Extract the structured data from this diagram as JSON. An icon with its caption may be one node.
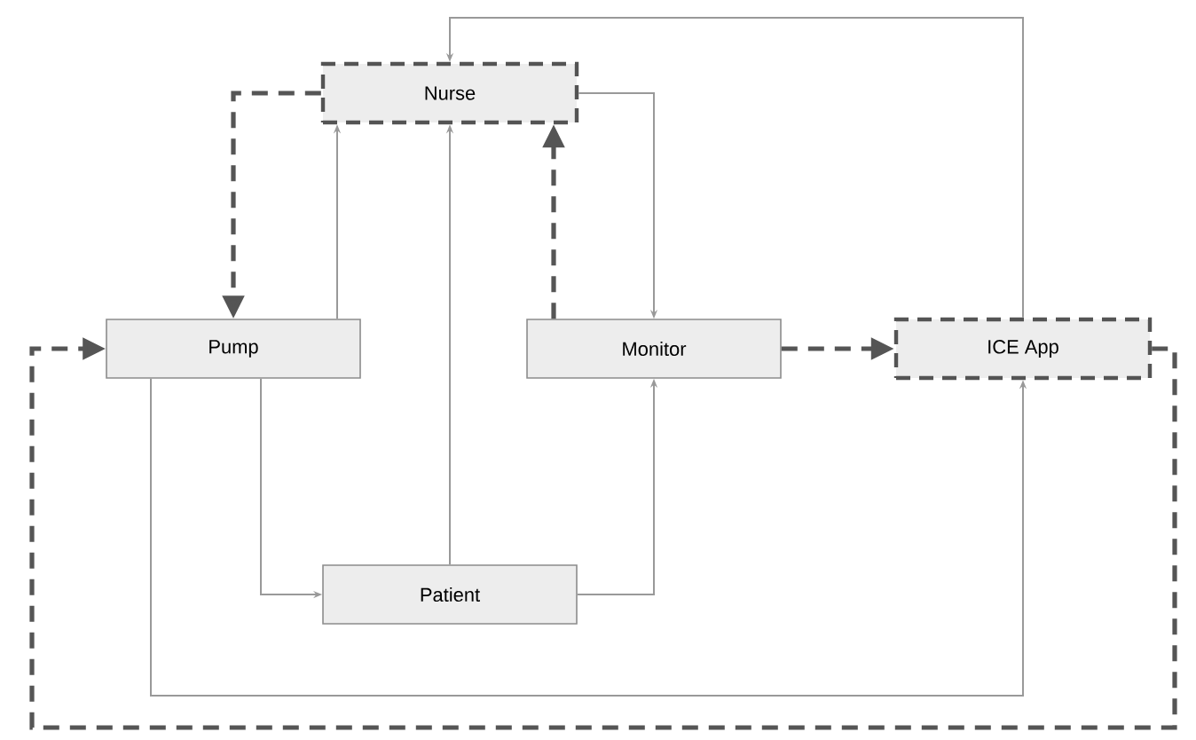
{
  "diagram": {
    "nodes": [
      {
        "text": [
          "Nurse"
        ]
      },
      {
        "text": [
          "Pump"
        ]
      },
      {
        "text": [
          "Monitor"
        ]
      },
      {
        "text": [
          "ICE App"
        ]
      },
      {
        "text": [
          "Patient"
        ]
      }
    ],
    "edges": [
      {
        "from": 1,
        "to": 0,
        "arrow": "to"
      },
      {
        "from": 4,
        "to": 0,
        "arrow": "to"
      },
      {
        "from": 0,
        "to": 2,
        "arrow": "to"
      },
      {
        "from": 3,
        "to": 0,
        "arrow": "to"
      },
      {
        "from": 1,
        "to": 4,
        "arrow": "to"
      },
      {
        "from": 4,
        "to": 2,
        "arrow": "to"
      },
      {
        "from": 1,
        "to": 3,
        "arrow": "to"
      },
      {
        "from": 0,
        "to": 1,
        "arrow": "to",
        "style": "dashed",
        "color": "#555555"
      },
      {
        "from": 2,
        "to": 0,
        "arrow": "to",
        "style": "dashed",
        "color": "#555555"
      },
      {
        "from": 2,
        "to": 3,
        "arrow": "to",
        "style": "dashed",
        "color": "#555555"
      },
      {
        "from": 3,
        "to": 1,
        "arrow": "to",
        "style": "dashed",
        "color": "#555555"
      }
    ]
  }
}
